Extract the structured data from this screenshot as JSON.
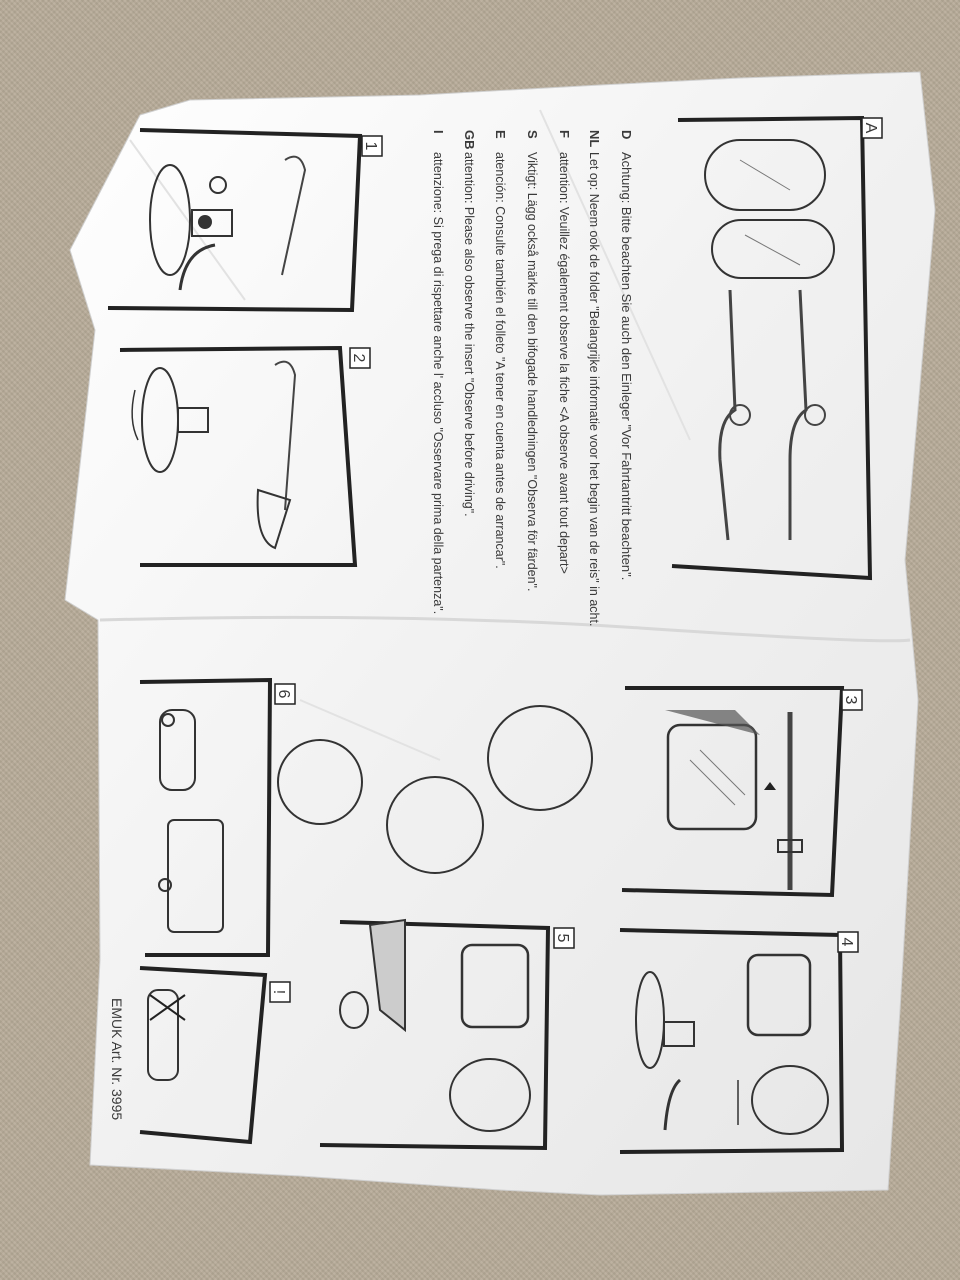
{
  "panels": {
    "a": "A",
    "p1": "1",
    "p2": "2",
    "p3": "3",
    "p4": "4",
    "p5": "5",
    "p6": "6",
    "warn": "!"
  },
  "instructions": {
    "d": {
      "code": "D",
      "text": "Achtung: Bitte beachten Sie auch den Einleger \"Vor Fahrtantritt beachten\"."
    },
    "nl": {
      "code": "NL",
      "text": "Let op: Neem ook de folder \"Belangrijke informatie voor het begin van de reis\" in acht."
    },
    "f": {
      "code": "F",
      "text": "attention: Veuillez également observe la fiche <A observe avant tout depart>"
    },
    "s": {
      "code": "S",
      "text": "Viktigt: Lägg också märke till den bifogade handledningen \"Observa för färden\"."
    },
    "e": {
      "code": "E",
      "text": "atención: Consulte también el folleto \"A tener en cuenta antes de arrancar\"."
    },
    "gb": {
      "code": "GB",
      "text": "attention: Please also observe the insert \"Observe before driving\"."
    },
    "i": {
      "code": "I",
      "text": "attenzione: Si prega di rispettare anche l' accluso \"Osservare prima della partenza\"."
    }
  },
  "article": "EMUK Art. Nr. 3995",
  "icon_names": [
    "mirror-icon",
    "suction-cup-icon",
    "wrench-icon",
    "car-icon",
    "arrow-icon"
  ]
}
